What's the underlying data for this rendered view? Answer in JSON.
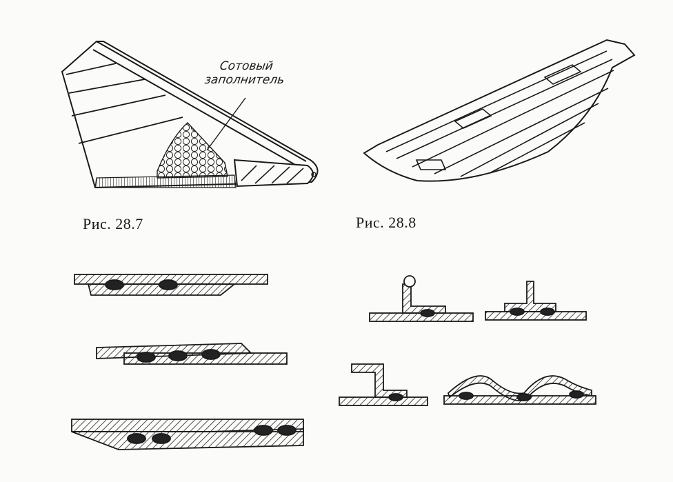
{
  "figures": [
    {
      "id": "fig-28-7",
      "caption": "Рис. 28.7",
      "label_lines": [
        "Сотовый",
        "заполнитель"
      ]
    },
    {
      "id": "fig-28-8",
      "caption": "Рис. 28.8"
    }
  ]
}
